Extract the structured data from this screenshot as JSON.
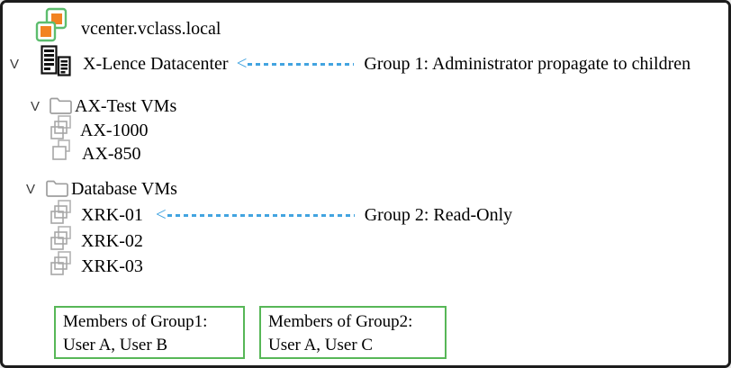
{
  "colors": {
    "arrow_blue": "#42a4e0",
    "legend_border_green": "#57b757",
    "vcenter_icon_green": "#5dbd6e",
    "vcenter_icon_orange": "#f28322",
    "vm_icon_gray": "#a6a6a6",
    "frame_border": "#1c1c1c",
    "text": "#000000"
  },
  "tree": {
    "root": {
      "label": "vcenter.vclass.local",
      "icon": "vcenter-icon"
    },
    "datacenter": {
      "expander": "V",
      "label": "X-Lence Datacenter",
      "icon": "datacenter-icon",
      "annotation": {
        "text": "Group 1: Administrator propagate to children"
      }
    },
    "folders": [
      {
        "expander": "V",
        "label": "AX-Test VMs",
        "icon": "folder-icon",
        "vms": [
          {
            "label": "AX-1000",
            "icon": "vm-icon"
          },
          {
            "label": "AX-850",
            "icon": "vm-icon"
          }
        ]
      },
      {
        "expander": "V",
        "label": "Database VMs",
        "icon": "folder-icon",
        "vms": [
          {
            "label": "XRK-01",
            "icon": "vm-icon",
            "annotation": "Group 2: Read-Only"
          },
          {
            "label": "XRK-02",
            "icon": "vm-icon"
          },
          {
            "label": "XRK-03",
            "icon": "vm-icon"
          }
        ]
      }
    ]
  },
  "legend_boxes": [
    {
      "title": "Members of Group1:",
      "members": "User A, User B"
    },
    {
      "title": "Members of Group2:",
      "members": "User A, User C"
    }
  ]
}
